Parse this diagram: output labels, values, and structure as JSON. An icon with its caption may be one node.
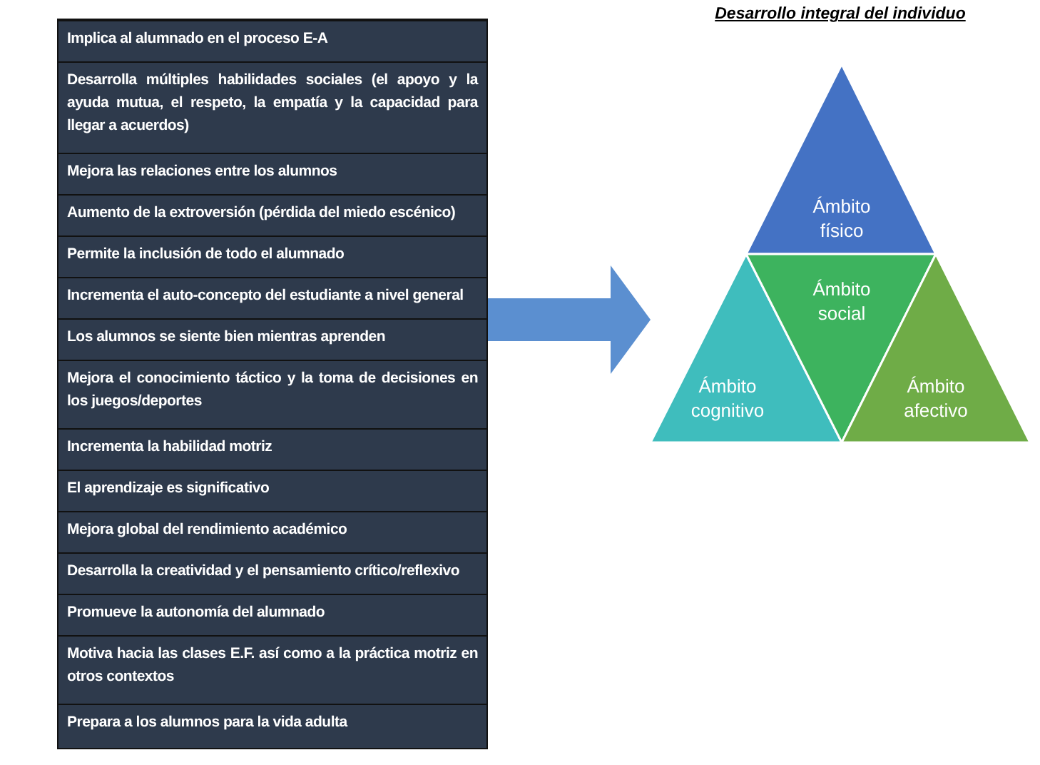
{
  "diagram": {
    "nodes": [
      {
        "text": [],
        "shape": "box"
      },
      {
        "text": [
          "Implica al alumnado en el proceso E-A"
        ],
        "in": 0
      },
      {
        "text": [
          "Desarrolla múltiples habilidades sociales (el apoyo y  la ayuda mutua, el respeto, la empatía y la capacidad para llegar a acuerdos)"
        ],
        "in": 0
      },
      {
        "text": [
          "Mejora las relaciones entre los alumnos"
        ],
        "in": 0
      },
      {
        "text": [
          "Aumento de la extroversión (pérdida del miedo escénico)"
        ],
        "in": 0
      },
      {
        "text": [
          "Permite la inclusión de todo el alumnado"
        ],
        "in": 0
      },
      {
        "text": [
          "Incrementa el auto-concepto del estudiante a nivel general"
        ],
        "in": 0
      },
      {
        "text": [
          "Los alumnos se siente bien mientras aprenden"
        ],
        "in": 0
      },
      {
        "text": [
          "Mejora el conocimiento táctico y la toma de decisiones en los juegos/deportes"
        ],
        "in": 0
      },
      {
        "text": [
          "Incrementa la habilidad motriz"
        ],
        "in": 0
      },
      {
        "text": [
          "El aprendizaje es significativo"
        ],
        "in": 0
      },
      {
        "text": [
          "Mejora global del rendimiento académico"
        ],
        "in": 0
      },
      {
        "text": [
          "Desarrolla la creatividad y el pensamiento crítico/reflexivo"
        ],
        "in": 0
      },
      {
        "text": [
          "Promueve la autonomía del alumnado"
        ],
        "in": 0
      },
      {
        "text": [
          "Motiva hacia las clases E.F. así como a la práctica motriz en otros contextos"
        ],
        "in": 0
      },
      {
        "text": [
          "Prepara a los alumnos para la vida adulta"
        ],
        "in": 0
      },
      {
        "text": [
          "Desarrollo integral del individuo"
        ]
      },
      {
        "text": [
          "Ámbito físico"
        ],
        "in": 16
      },
      {
        "text": [
          "Ámbito cognitivo"
        ],
        "in": 16
      },
      {
        "text": [
          "Ámbito social"
        ],
        "in": 16
      },
      {
        "text": [
          "Ámbito afectivo"
        ],
        "in": 16
      }
    ],
    "edges": [
      {
        "from": 0,
        "to": 16,
        "arrow": "to"
      }
    ]
  }
}
